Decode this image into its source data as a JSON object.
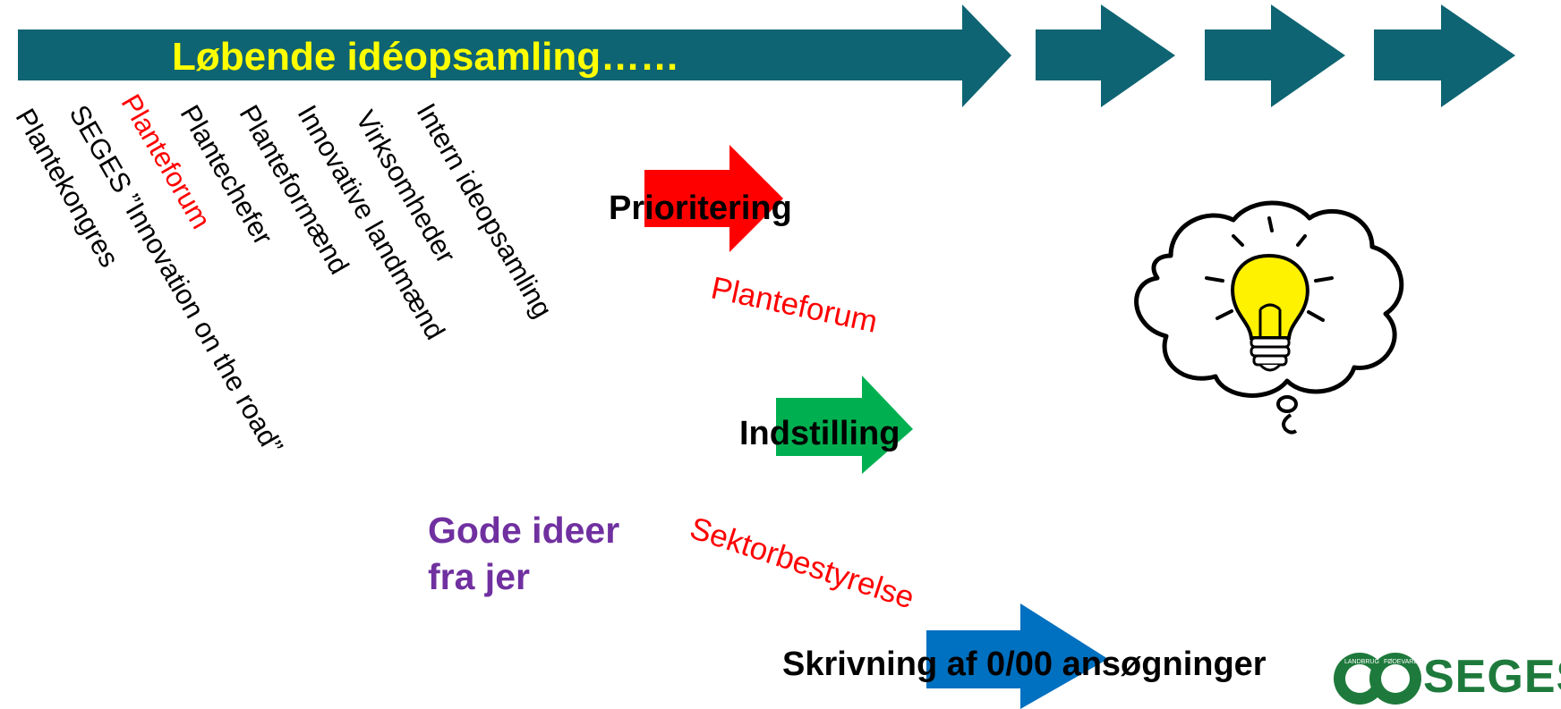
{
  "header": {
    "title": "Løbende idéopsamling……"
  },
  "sources": [
    "Plantekongres",
    "SEGES ”Innovation on the road”",
    "Planteforum",
    "Plantechefer",
    "Planteformænd",
    "Innovative landmænd",
    "Virksomheder",
    "Intern ideopsamling"
  ],
  "steps": {
    "prioritering": "Prioritering",
    "planteforum": "Planteforum",
    "indstilling": "Indstilling",
    "sektorbestyrelse": "Sektorbestyrelse",
    "skrivning": "Skrivning af 0/00 ansøgninger"
  },
  "callout": {
    "line1": "Gode ideer",
    "line2": "fra jer"
  },
  "logo": {
    "name": "SEGES",
    "ring_text_left": "LANDBRUG",
    "ring_text_right": "FØDEVARER"
  },
  "colors": {
    "banner": "#0e6472",
    "title": "#ffff00",
    "red_arrow": "#ff0000",
    "green_arrow": "#00b050",
    "blue_arrow": "#0070c0",
    "purple": "#7030a0",
    "seges_green": "#1e7a3c"
  }
}
